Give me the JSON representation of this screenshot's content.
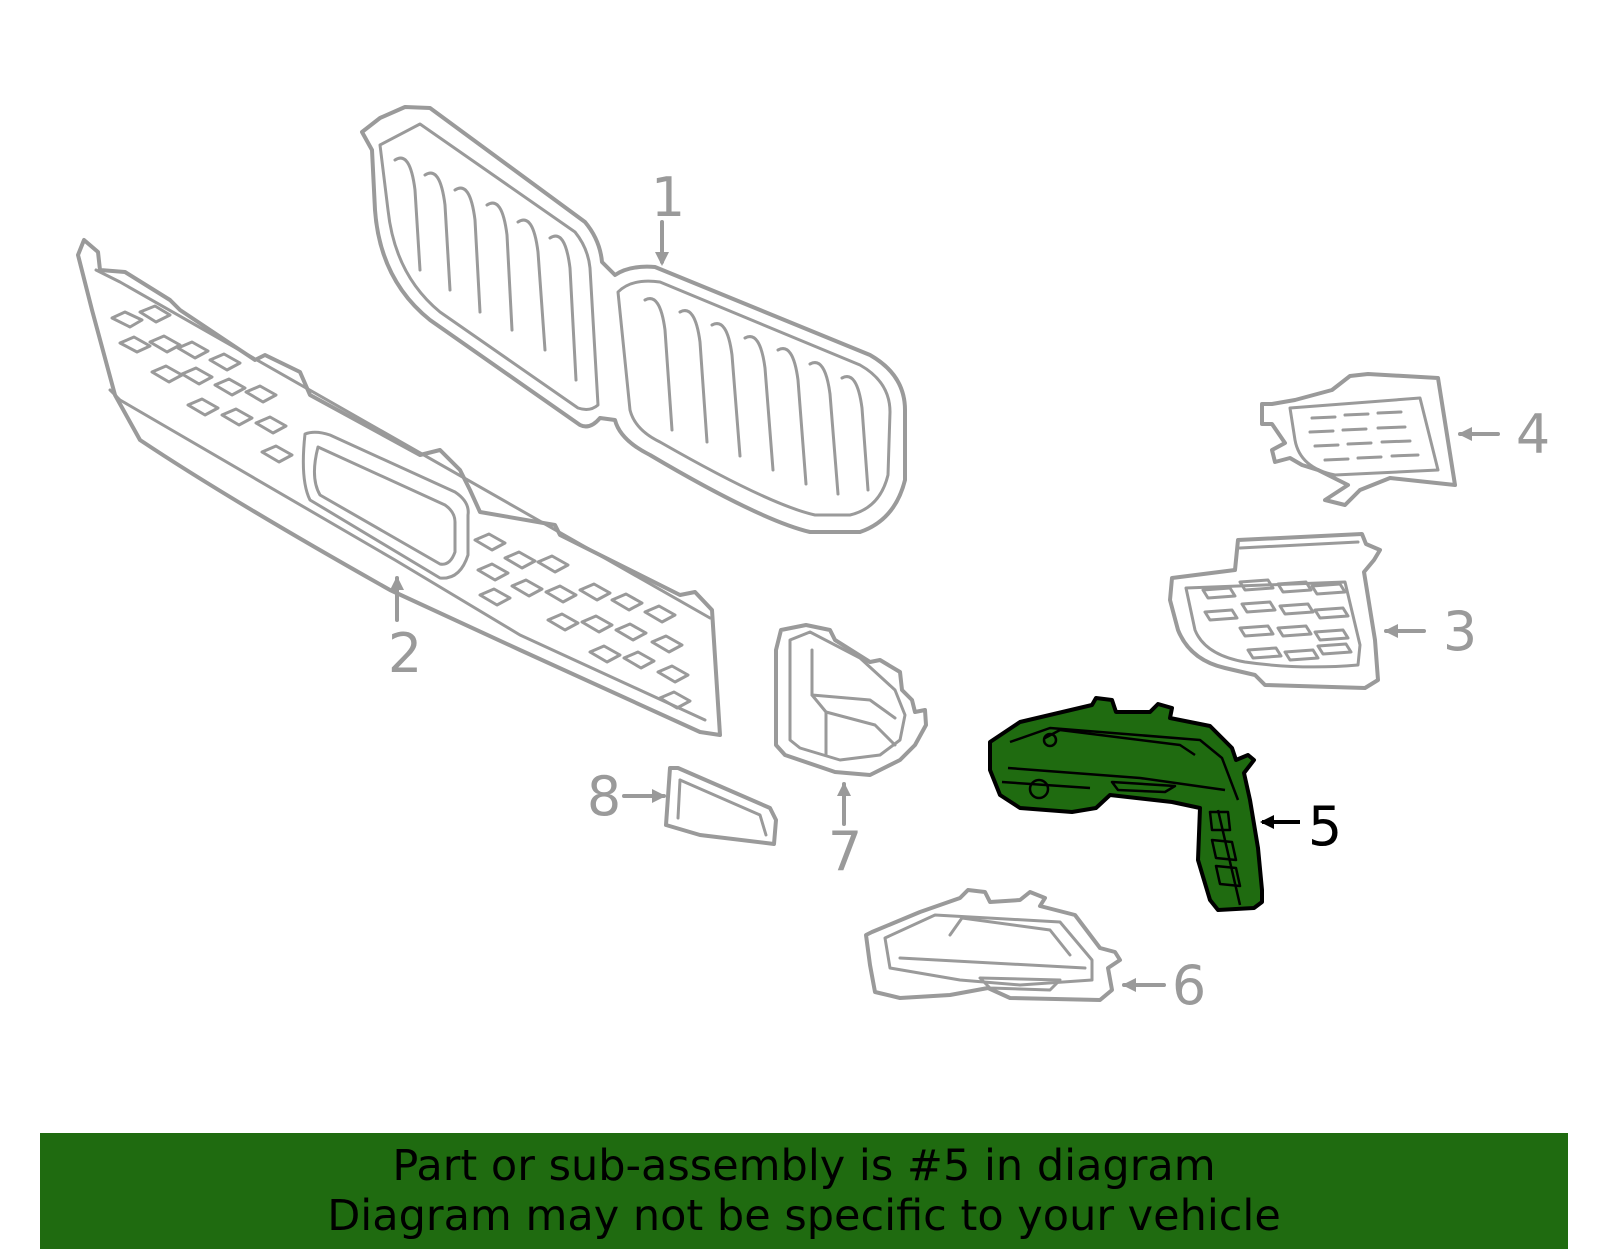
{
  "callouts": [
    {
      "id": "1",
      "label": "1",
      "highlighted": false
    },
    {
      "id": "2",
      "label": "2",
      "highlighted": false
    },
    {
      "id": "3",
      "label": "3",
      "highlighted": false
    },
    {
      "id": "4",
      "label": "4",
      "highlighted": false
    },
    {
      "id": "5",
      "label": "5",
      "highlighted": true
    },
    {
      "id": "6",
      "label": "6",
      "highlighted": false
    },
    {
      "id": "7",
      "label": "7",
      "highlighted": false
    },
    {
      "id": "8",
      "label": "8",
      "highlighted": false
    }
  ],
  "banner": {
    "line1": "Part or sub-assembly is #5 in diagram",
    "line2": "Diagram may not be specific to your vehicle"
  },
  "colors": {
    "highlight_part": "#1f6b10",
    "banner_background": "#1f6b10",
    "outline_gray": "#9a9a9a",
    "highlight_label": "#000000",
    "normal_label": "#9a9a9a"
  }
}
